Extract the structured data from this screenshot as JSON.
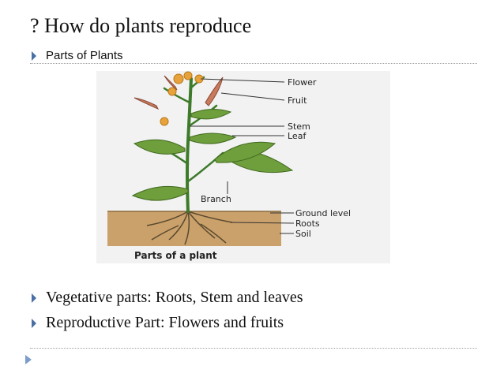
{
  "slide": {
    "title": "? How do plants reproduce",
    "subheading": "Parts of Plants",
    "figure": {
      "labels": {
        "flower": "Flower",
        "fruit": "Fruit",
        "stem": "Stem",
        "leaf": "Leaf",
        "branch": "Branch",
        "ground_level": "Ground level",
        "roots": "Roots",
        "soil": "Soil"
      },
      "caption": "Parts of a plant"
    },
    "bullets": [
      "Vegetative parts: Roots, Stem and leaves",
      "Reproductive Part:  Flowers and fruits"
    ]
  },
  "colors": {
    "accent": "#4a6fa5",
    "leaf_green": "#6f9e3c",
    "stem_green": "#3d7a2a",
    "soil_brown": "#caa06b",
    "flower_orange": "#e8a23c"
  }
}
